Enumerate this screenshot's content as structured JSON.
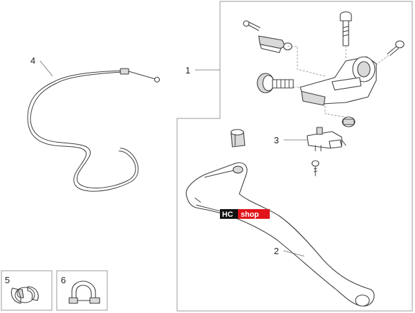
{
  "callouts": [
    {
      "id": "1",
      "text": "1"
    },
    {
      "id": "2",
      "text": "2"
    },
    {
      "id": "3",
      "text": "3"
    },
    {
      "id": "4",
      "text": "4"
    },
    {
      "id": "5",
      "text": "5"
    },
    {
      "id": "6",
      "text": "6"
    }
  ],
  "watermark": {
    "left": "HC",
    "right": "shop",
    "color": "#e1141b"
  }
}
